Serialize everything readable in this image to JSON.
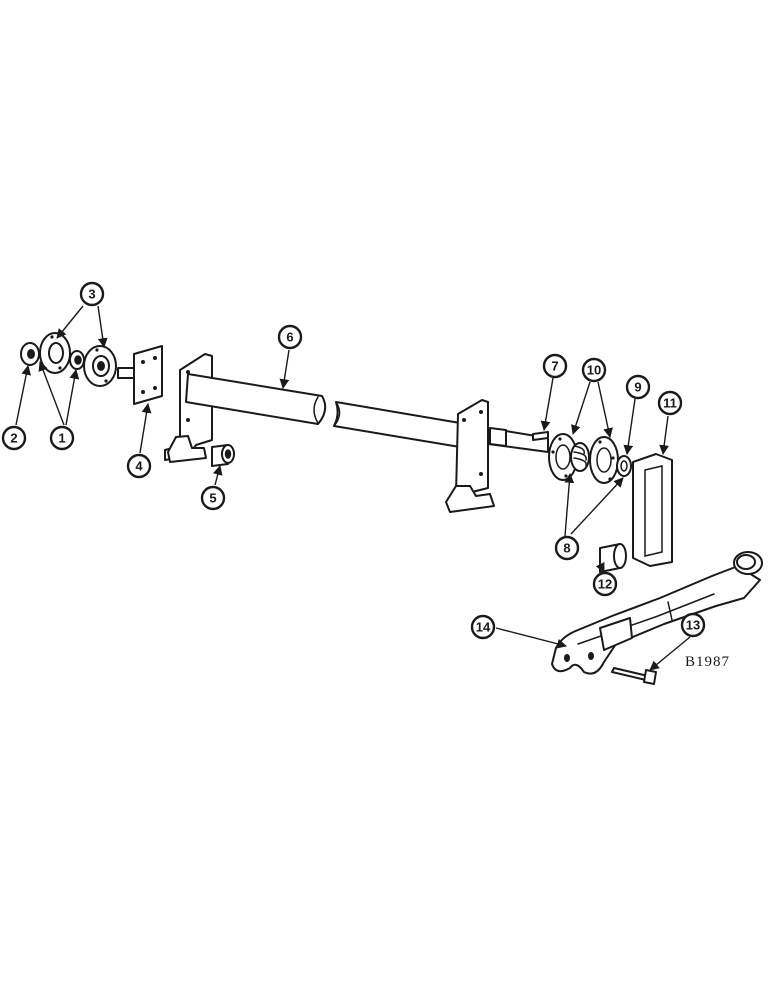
{
  "figure_code": "B1987",
  "callouts": [
    {
      "label": "1"
    },
    {
      "label": "2"
    },
    {
      "label": "3"
    },
    {
      "label": "4"
    },
    {
      "label": "5"
    },
    {
      "label": "6"
    },
    {
      "label": "7"
    },
    {
      "label": "8"
    },
    {
      "label": "9"
    },
    {
      "label": "10"
    },
    {
      "label": "11"
    },
    {
      "label": "12"
    },
    {
      "label": "13"
    },
    {
      "label": "14"
    }
  ]
}
